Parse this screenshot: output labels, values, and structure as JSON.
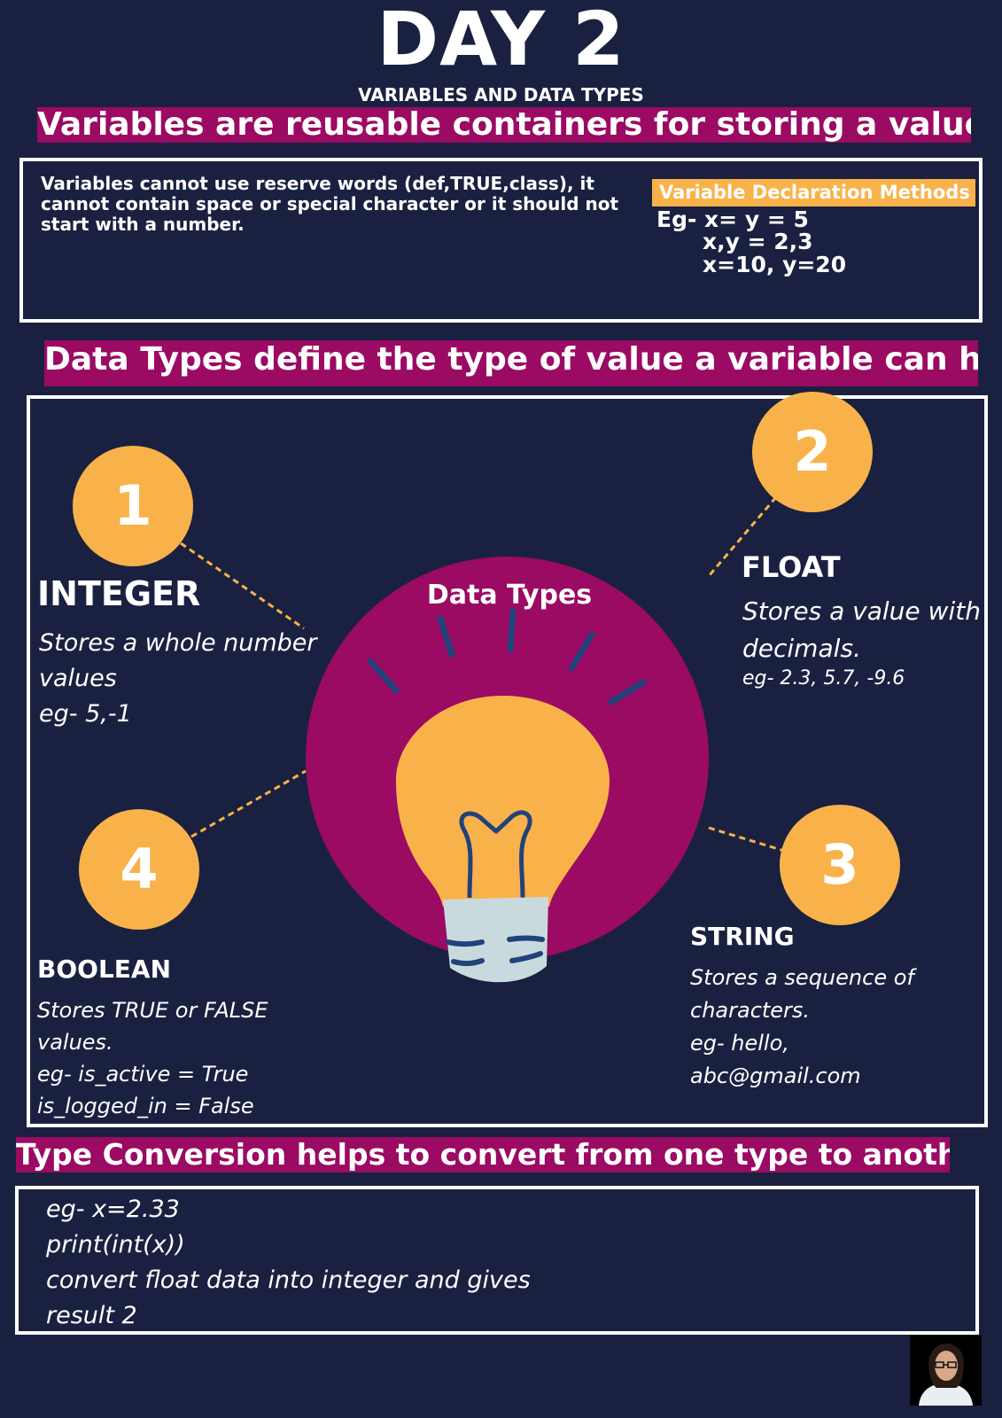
{
  "header": {
    "title": "DAY 2",
    "subtitle": "VARIABLES AND DATA TYPES"
  },
  "variables": {
    "banner": "Variables are reusable containers for storing a value",
    "rules": "Variables cannot use reserve words (def,TRUE,class), it cannot contain space or special character or it should not start with a number.",
    "declaration_label": "Variable Declaration Methods",
    "declaration_lines": [
      "Eg- x= y = 5",
      "x,y = 2,3",
      "x=10, y=20"
    ]
  },
  "data_types": {
    "banner": "Data Types define the type of value a variable can hold",
    "center_label": "Data Types",
    "items": [
      {
        "number": "1",
        "name": "INTEGER",
        "desc": "Stores a whole number values",
        "example": "eg- 5,-1"
      },
      {
        "number": "2",
        "name": "FLOAT",
        "desc": "Stores a value with decimals.",
        "example": "eg- 2.3, 5.7, -9.6"
      },
      {
        "number": "3",
        "name": "STRING",
        "desc": "Stores a sequence of characters.",
        "example": "eg- hello, abc@gmail.com"
      },
      {
        "number": "4",
        "name": "BOOLEAN",
        "desc": "Stores TRUE or FALSE values.",
        "example": "eg-  is_active = True",
        "example2": "is_logged_in = False"
      }
    ]
  },
  "conversion": {
    "banner": "Type Conversion helps to convert from one type to another",
    "lines": [
      "eg- x=2.33",
      "print(int(x))",
      "convert float data into integer and gives",
      "result 2"
    ]
  },
  "colors": {
    "background": "#1a2140",
    "accent_magenta": "#9b0a63",
    "accent_orange": "#f9b24a",
    "bulb_base": "#c9dadf",
    "bulb_rays": "#21427a"
  },
  "icons": {
    "center": "light-bulb-icon",
    "author": "author-avatar"
  }
}
